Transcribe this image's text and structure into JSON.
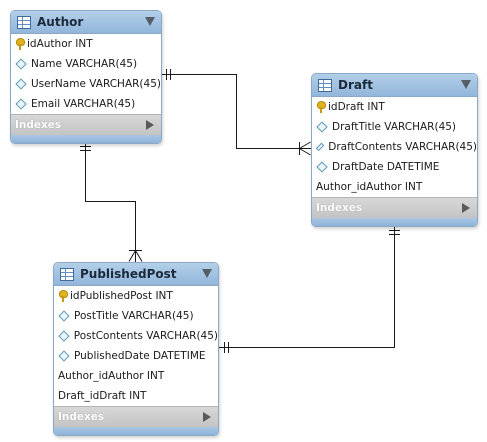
{
  "diagram": {
    "indexes_label": "Indexes",
    "tables": {
      "author": {
        "title": "Author",
        "columns": [
          {
            "text": "idAuthor INT",
            "kind": "pk"
          },
          {
            "text": "Name VARCHAR(45)",
            "kind": "attr"
          },
          {
            "text": "UserName VARCHAR(45)",
            "kind": "attr"
          },
          {
            "text": "Email VARCHAR(45)",
            "kind": "attr"
          }
        ]
      },
      "draft": {
        "title": "Draft",
        "columns": [
          {
            "text": "idDraft INT",
            "kind": "pk"
          },
          {
            "text": "DraftTitle VARCHAR(45)",
            "kind": "attr"
          },
          {
            "text": "DraftContents VARCHAR(45)",
            "kind": "attr"
          },
          {
            "text": "DraftDate DATETIME",
            "kind": "attr"
          },
          {
            "text": "Author_idAuthor INT",
            "kind": "fk"
          }
        ]
      },
      "published_post": {
        "title": "PublishedPost",
        "columns": [
          {
            "text": "idPublishedPost INT",
            "kind": "pk"
          },
          {
            "text": "PostTitle VARCHAR(45)",
            "kind": "attr"
          },
          {
            "text": "PostContents VARCHAR(45)",
            "kind": "attr"
          },
          {
            "text": "PublishedDate DATETIME",
            "kind": "attr"
          },
          {
            "text": "Author_idAuthor INT",
            "kind": "fk"
          },
          {
            "text": "Draft_idDraft INT",
            "kind": "fk"
          }
        ]
      }
    },
    "relationships": [
      {
        "from": "author",
        "to": "draft",
        "cardinality": "one-to-many"
      },
      {
        "from": "author",
        "to": "published_post",
        "cardinality": "one-to-many"
      },
      {
        "from": "draft",
        "to": "published_post",
        "cardinality": "one-to-one"
      }
    ],
    "colors": {
      "header": "#9fc0e0",
      "border": "#8aa9c7",
      "indexes": "#c9c9c9",
      "line": "#1a1a1a"
    }
  }
}
